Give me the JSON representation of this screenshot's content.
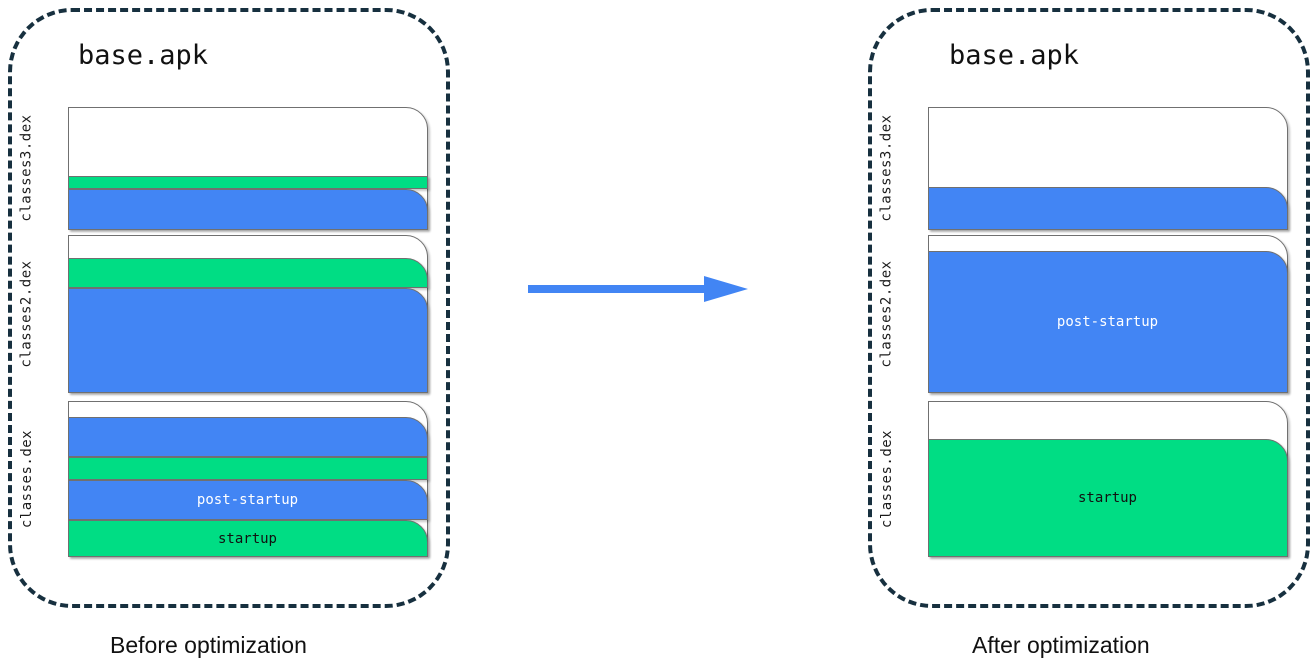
{
  "diagram": {
    "title_left": "base.apk",
    "title_right": "base.apk",
    "caption_left": "Before optimization",
    "caption_right": "After optimization",
    "arrow_label": "transformation-arrow",
    "colors": {
      "blue": "#4285f4",
      "green": "#00dd84",
      "panel_border": "#17303f",
      "box_border": "#707070",
      "background": "#ffffff"
    }
  },
  "legend_terms": {
    "startup": "startup",
    "post_startup": "post-startup"
  },
  "before": {
    "panel_name": "Before optimization",
    "apk": "base.apk",
    "dex_files": [
      {
        "label": "classes3.dex",
        "segments": [
          {
            "kind": "empty",
            "text": ""
          },
          {
            "kind": "startup",
            "text": ""
          },
          {
            "kind": "post-startup",
            "text": ""
          }
        ]
      },
      {
        "label": "classes2.dex",
        "segments": [
          {
            "kind": "empty",
            "text": ""
          },
          {
            "kind": "startup",
            "text": ""
          },
          {
            "kind": "post-startup",
            "text": ""
          }
        ]
      },
      {
        "label": "classes.dex",
        "segments": [
          {
            "kind": "empty",
            "text": ""
          },
          {
            "kind": "post-startup",
            "text": ""
          },
          {
            "kind": "startup",
            "text": ""
          },
          {
            "kind": "post-startup",
            "text": "post-startup"
          },
          {
            "kind": "startup",
            "text": "startup"
          }
        ]
      }
    ]
  },
  "after": {
    "panel_name": "After optimization",
    "apk": "base.apk",
    "dex_files": [
      {
        "label": "classes3.dex",
        "segments": [
          {
            "kind": "empty",
            "text": ""
          },
          {
            "kind": "post-startup",
            "text": ""
          }
        ]
      },
      {
        "label": "classes2.dex",
        "segments": [
          {
            "kind": "empty",
            "text": ""
          },
          {
            "kind": "post-startup",
            "text": "post-startup"
          }
        ]
      },
      {
        "label": "classes.dex",
        "segments": [
          {
            "kind": "empty",
            "text": ""
          },
          {
            "kind": "startup",
            "text": "startup"
          }
        ]
      }
    ]
  }
}
